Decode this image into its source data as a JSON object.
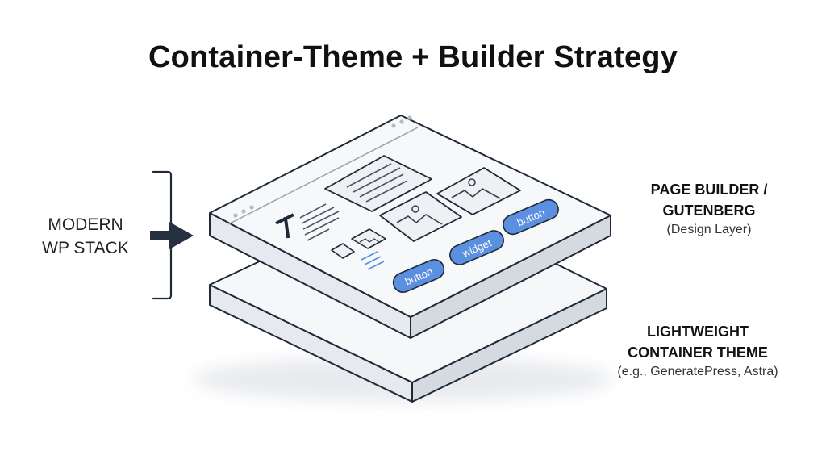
{
  "title": "Container-Theme + Builder Strategy",
  "left_label": {
    "line1": "MODERN",
    "line2": "WP STACK"
  },
  "top_layer": {
    "title_line1": "PAGE BUILDER /",
    "title_line2": "GUTENBERG",
    "subtitle": "(Design Layer)"
  },
  "bottom_layer": {
    "title_line1": "LIGHTWEIGHT",
    "title_line2": "CONTAINER THEME",
    "subtitle": "(e.g., GeneratePress, Astra)"
  },
  "mockup": {
    "buttons": [
      "button",
      "widget",
      "button"
    ]
  },
  "colors": {
    "accent_blue": "#5b8fe0",
    "outline": "#1f2937",
    "slab_face": "#f5f6f8",
    "slab_side": "#e4e7ec"
  }
}
